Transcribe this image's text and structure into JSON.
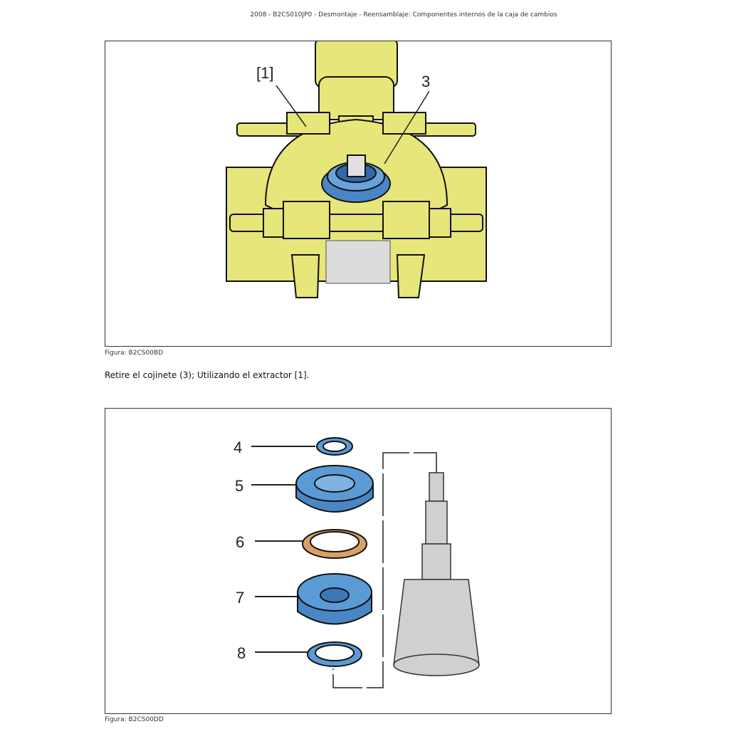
{
  "header": {
    "title": "2008 - B2CS010JP0 - Desmontaje - Reensamblaje: Componentes internos de la caja de cambios"
  },
  "figures": [
    {
      "caption": "Figura: B2CS00BD",
      "callouts": [
        "[1]",
        "3"
      ],
      "colors": {
        "tool": "#e6e67a",
        "bearing": "#4a86c5",
        "gear": "#d8d8d8",
        "outline": "#111111"
      }
    },
    {
      "caption": "Figura: B2CS00DD",
      "callouts": [
        "4",
        "5",
        "6",
        "7",
        "8"
      ],
      "colors": {
        "part": "#5b9bd5",
        "synchro_ring": "#d9a066",
        "shaft": "#d0d0d0",
        "outline": "#111111"
      }
    }
  ],
  "instruction": "Retire el cojinete (3); Utilizando el extractor [1]."
}
